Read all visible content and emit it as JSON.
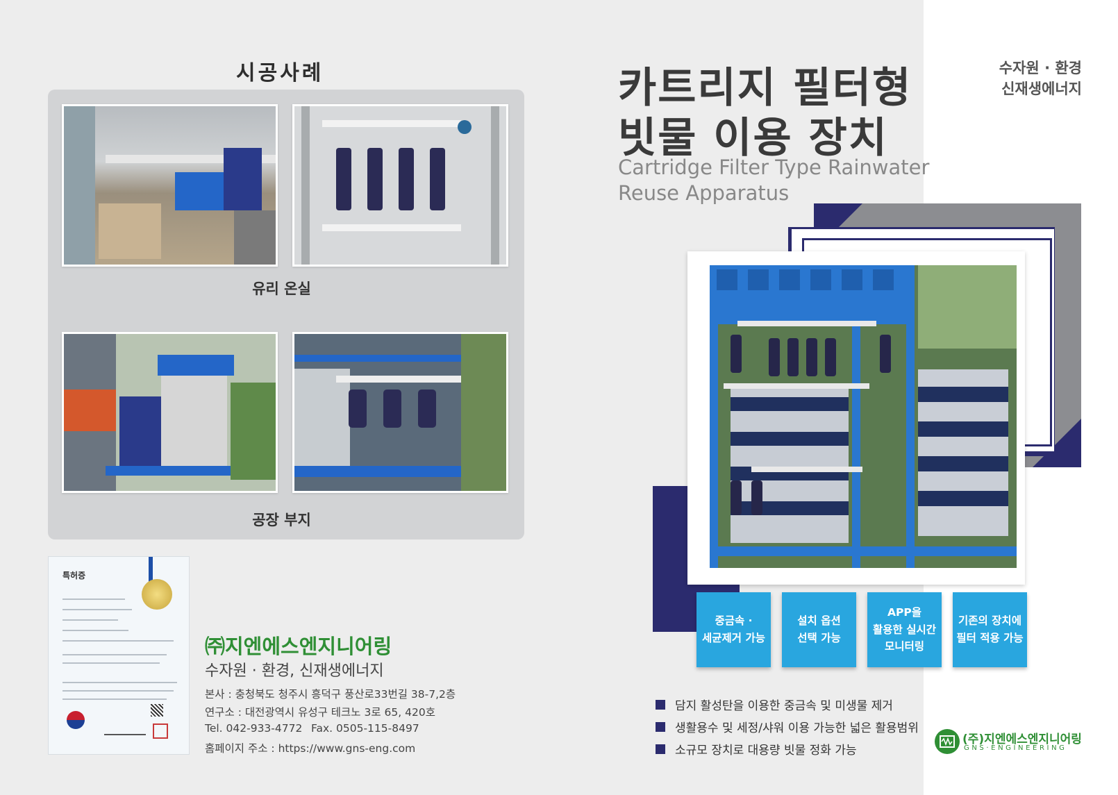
{
  "left": {
    "section_title": "시공사례",
    "caption_greenhouse": "유리 온실",
    "caption_factory": "공장 부지"
  },
  "certificate": {
    "title": "특허증"
  },
  "company": {
    "name": "㈜지엔에스엔지니어링",
    "tagline": "수자원 · 환경, 신재생에너지",
    "hq": "본사 : 충청북도 청주시 흥덕구 풍산로33번길 38-7,2층",
    "lab": "연구소 : 대전광역시 유성구 테크노 3로 65, 420호",
    "tel": "Tel. 042-933-4772",
    "fax": "Fax. 0505-115-8497",
    "web": "홈페이지 주소 : https://www.gns-eng.com"
  },
  "product": {
    "title_line1": "카트리지 필터형",
    "title_line2": "빗물 이용 장치",
    "subtitle_line1": "Cartridge Filter Type Rainwater",
    "subtitle_line2": "Reuse Apparatus"
  },
  "tags": {
    "line1": "수자원 · 환경",
    "line2": "신재생에너지"
  },
  "features": [
    {
      "line1": "중금속 ·",
      "line2": "세균제거 가능",
      "line3": ""
    },
    {
      "line1": "설치 옵션",
      "line2": "선택 가능",
      "line3": ""
    },
    {
      "line1": "APP을",
      "line2": "활용한 실시간",
      "line3": "모니터링"
    },
    {
      "line1": "기존의 장치에",
      "line2": "필터 적용 가능",
      "line3": ""
    }
  ],
  "bullets": [
    "담지 활성탄을 이용한 중금속 및 미생물 제거",
    "생활용수 및 세정/샤워 이용 가능한 넓은 활용범위",
    "소규모 장치로 대용량 빗물 정화 가능"
  ],
  "logo": {
    "name": "(주)지엔에스엔지니어링",
    "english": "GNS·ENGINEERING"
  },
  "colors": {
    "navy": "#2b2b6e",
    "blue": "#29a6df",
    "green": "#2f8f35",
    "gray": "#8c8d91"
  }
}
